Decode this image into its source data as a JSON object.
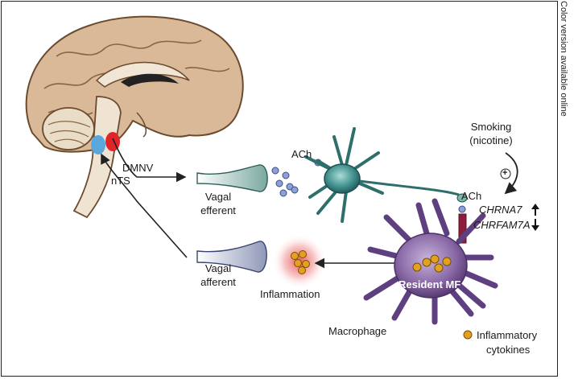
{
  "side_note": "Color version available online",
  "labels": {
    "dmnv": "DMNV",
    "nts": "nTS",
    "ach_top": "ACh",
    "ach_right": "ACh",
    "smoking_line1": "Smoking",
    "smoking_line2": "(nicotine)",
    "plus": "+",
    "chrna7": "CHRNA7",
    "chrfam7a": "CHRFAM7A",
    "vagal_efferent_1": "Vagal",
    "vagal_efferent_2": "efferent",
    "vagal_afferent_1": "Vagal",
    "vagal_afferent_2": "afferent",
    "inflammation": "Inflammation",
    "resident_mf": "Resident MF",
    "macrophage": "Macrophage",
    "cytokines_1": "Inflammatory",
    "cytokines_2": "cytokines"
  },
  "colors": {
    "brain": "#d9b998",
    "brain_stroke": "#6b4a2e",
    "nucleus_blue": "#5aa7dc",
    "nucleus_red": "#e0242a",
    "neuron": "#3f8f8c",
    "macrophage": "#8a6aa6",
    "cytokine": "#e2a21f",
    "inflammation_glow": "#e53a3a",
    "receptor": "#8b1e3f"
  },
  "icons": {
    "up_arrow": "up-arrow-icon",
    "down_arrow": "down-arrow-icon"
  }
}
